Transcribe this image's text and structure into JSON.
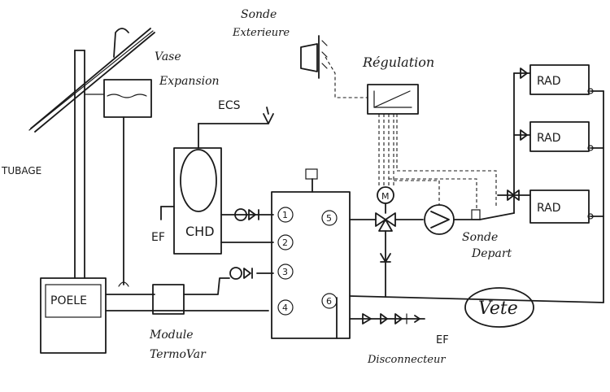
{
  "labels": {
    "sonde_exterieure_line1": "Sonde",
    "sonde_exterieure_line2": "Exterieure",
    "regulation": "Régulation",
    "vase_line1": "Vase",
    "vase_line2": "Expansion",
    "ecs": "ECS",
    "tubage": "TUBAGE",
    "ef_left": "EF",
    "chd": "CHD",
    "poele": "POELE",
    "module_line1": "Module",
    "module_line2": "TermoVar",
    "disconnecteur": "Disconnecteur",
    "ef_bottom": "EF",
    "sonde_depart_line1": "Sonde",
    "sonde_depart_line2": "Depart",
    "vete": "Vete",
    "rad1": "RAD",
    "rad2": "RAD",
    "rad3": "RAD",
    "motor": "M",
    "port1": "1",
    "port2": "2",
    "port3": "3",
    "port4": "4",
    "port5": "5",
    "port6": "6"
  }
}
